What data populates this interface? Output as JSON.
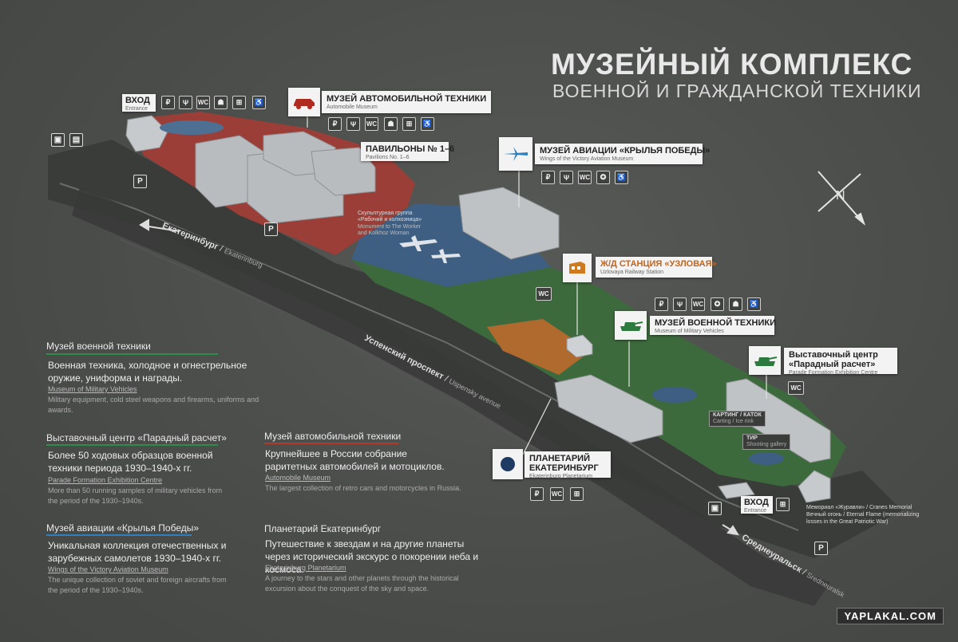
{
  "title": {
    "line1": "МУЗЕЙНЫЙ КОМПЛЕКС",
    "line2": "ВОЕННОЙ И ГРАЖДАНСКОЙ ТЕХНИКИ"
  },
  "colors": {
    "automobile_zone": "#9c3e38",
    "aviation_zone": "#3e5f82",
    "military_zone": "#3d6a3d",
    "railway_zone": "#b06a2e",
    "military_line": "#2e8b4a",
    "automobile_line": "#b23a2a",
    "aviation_line": "#2e7fc0"
  },
  "compass": {
    "letter": "N"
  },
  "entrance_top": {
    "title": "ВХОД",
    "sub": "Entrance",
    "icons": [
      "ticket-icon",
      "restaurant-icon",
      "wc-icon",
      "souvenir-icon",
      "gift-icon",
      "accessible-icon"
    ]
  },
  "transport_icons": [
    "bus-icon",
    "trolleybus-icon"
  ],
  "parking_label": "P",
  "auto_museum": {
    "title": "МУЗЕЙ АВТОМОБИЛЬНОЙ ТЕХНИКИ",
    "sub": "Automobile Museum",
    "icons": [
      "ticket-icon",
      "restaurant-icon",
      "wc-icon",
      "souvenir-icon",
      "gift-icon",
      "accessible-icon"
    ]
  },
  "pavilions": {
    "title": "ПАВИЛЬОНЫ № 1–6",
    "sub": "Pavilions No. 1–6"
  },
  "sculpture": {
    "lines": [
      "Скульптурная группа",
      "«Рабочий и колхозница»",
      "Monument to The Worker",
      "and Kolkhoz Woman"
    ]
  },
  "aviation_museum": {
    "title": "МУЗЕЙ АВИАЦИИ «КРЫЛЬЯ ПОБЕДЫ»",
    "sub": "Wings of the Victory Aviation Museum",
    "icons": [
      "ticket-icon",
      "restaurant-icon",
      "wc-icon",
      "game-icon",
      "accessible-icon"
    ]
  },
  "railway": {
    "title": "Ж/Д СТАНЦИЯ «УЗЛОВАЯ»",
    "sub": "Uzlovaya Railway Station",
    "wc": "WC"
  },
  "military_museum": {
    "title": "МУЗЕЙ ВОЕННОЙ ТЕХНИКИ",
    "sub": "Museum of Military Vehicles",
    "icons": [
      "ticket-icon",
      "restaurant-icon",
      "wc-icon",
      "game-icon",
      "souvenir-icon",
      "accessible-icon"
    ]
  },
  "exhibition": {
    "title1": "Выставочный центр",
    "title2": "«Парадный расчет»",
    "sub": "Parade Formation Exhibition Centre",
    "wc": "WC"
  },
  "karting": {
    "title": "КАРТИНГ / КАТОК",
    "sub": "Carting / Ice rink"
  },
  "shooting": {
    "title": "ТИР",
    "sub": "Shooting gallery"
  },
  "planetarium": {
    "title1": "ПЛАНЕТАРИЙ",
    "title2": "ЕКАТЕРИНБУРГ",
    "sub": "Ekaterinburg Planetarium",
    "icons": [
      "ticket-icon",
      "wc-icon",
      "gift-icon"
    ]
  },
  "entrance_bottom": {
    "title": "ВХОД",
    "sub": "Entrance"
  },
  "memorial": {
    "lines": [
      "Мемориал «Журавли» / Cranes Memorial",
      "Вечный огонь / Eternal Flame (memorializing",
      "losses in the Great Patriotic War)"
    ]
  },
  "roads": {
    "ekb": {
      "ru": "Екатеринбург",
      "en": "Ekaterinburg"
    },
    "uspensky": {
      "ru": "Успенский проспект",
      "en": "Uspensky avenue"
    },
    "sredneuralsk": {
      "ru": "Среднеуральск",
      "en": "Sredneuralsk"
    }
  },
  "descriptions": [
    {
      "title": "Музей военной техники",
      "text": "Военная техника, холодное и огнестрельное оружие, униформа и награды.",
      "en_title": "Museum of Military Vehicles",
      "en_text": "Military equipment, cold steel weapons and firearms, uniforms and awards."
    },
    {
      "title": "Выставочный центр «Парадный расчет»",
      "text": "Более 50 ходовых образцов военной техники периода 1930–1940-х гг.",
      "en_title": "Parade Formation Exhibition Centre",
      "en_text": "More than 50 running samples of military vehicles from the period of the 1930–1940s."
    },
    {
      "title": "Музей авиации «Крылья Победы»",
      "text": "Уникальная коллекция отечественных и зарубежных самолетов 1930–1940-х гг.",
      "en_title": "Wings of the Victory Aviation Museum",
      "en_text": "The unique collection of soviet and foreign aircrafts from the period of the 1930–1940s."
    },
    {
      "title": "Музей автомобильной техники",
      "text": "Крупнейшее в России собрание раритетных автомобилей и мотоциклов.",
      "en_title": "Automobile Museum",
      "en_text": "The largest collection of retro cars and motorcycles in Russia."
    },
    {
      "title": "Планетарий Екатеринбург",
      "text": "Путешествие к звездам и на другие планеты через исторический экскурс о покорении неба и космоса.",
      "en_title": "Ekaterinburg Planetarium",
      "en_text": "A journey to the stars and other planets through the historical excursion about the conquest of the sky and space."
    }
  ],
  "watermark": "YAPLAKAL.COM"
}
